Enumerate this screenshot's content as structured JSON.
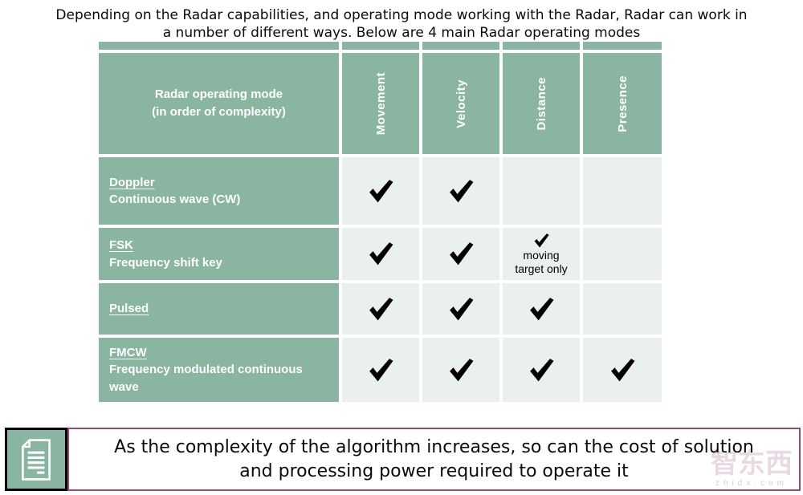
{
  "title": "Depending on the Radar capabilities, and operating mode working with the Radar, Radar can work in\na number of different ways. Below are 4 main Radar operating modes",
  "table": {
    "corner_header": "Radar operating mode\n(in order of complexity)",
    "columns": [
      "Movement",
      "Velocity",
      "Distance",
      "Presence"
    ],
    "rows": [
      {
        "name": "Doppler",
        "description": "Continuous wave (CW)",
        "checks": [
          true,
          true,
          false,
          false
        ]
      },
      {
        "name": "FSK",
        "description": "Frequency shift key",
        "checks": [
          true,
          true,
          "moving target only",
          false
        ]
      },
      {
        "name": "Pulsed",
        "description": "",
        "checks": [
          true,
          true,
          true,
          false
        ]
      },
      {
        "name": "FMCW",
        "description": "Frequency modulated continuous wave",
        "checks": [
          true,
          true,
          true,
          true
        ]
      }
    ]
  },
  "footer": {
    "text": "As the complexity of the algorithm increases, so can the cost of solution\nand processing power required to operate it"
  },
  "watermark": {
    "logo": "智东西",
    "domain": "zhidx.com"
  },
  "colors": {
    "header_green": "#8ab5a2",
    "cell_light": "#eaf0ed",
    "banner_border": "#964a78",
    "check_color": "#000000"
  }
}
